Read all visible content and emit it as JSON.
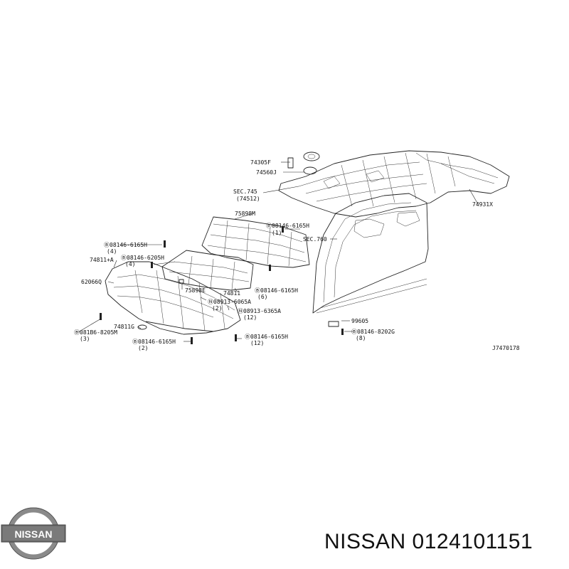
{
  "diagram": {
    "code": "J7470178",
    "labels": {
      "p74305F": "74305F",
      "p74560J": "74560J",
      "sec745": "SEC.745",
      "sec745sub": "(74512)",
      "p74931X": "74931X",
      "p75898M": "75898M",
      "b08146_6165H_top": "Ⓑ08146-6165H",
      "b08146_6165H_top_qty": "(1)",
      "sec760": "SEC.760",
      "b08146_6165H_left": "Ⓑ08146-6165H",
      "b08146_6165H_left_qty": "(4)",
      "p74811_A": "74811+A",
      "b08146_6205H": "Ⓑ08146-6205H",
      "b08146_6205H_qty": "(4)",
      "p62066Q": "62066Q",
      "p75898E": "75898E",
      "p74811": "74811",
      "b08146_6165H_mid": "Ⓑ08146-6165H",
      "b08146_6165H_mid_qty": "(6)",
      "b08913_6065A": "Ⓝ08913-6065A",
      "b08913_6065A_qty": "(2)",
      "b08913_6365A": "Ⓝ08913-6365A",
      "b08913_6365A_qty": "(12)",
      "p99605": "99605",
      "p74811G": "74811G",
      "b081B6_8205M": "Ⓑ081B6-8205M",
      "b081B6_8205M_qty": "(3)",
      "b08146_8202G": "Ⓑ08146-8202G",
      "b08146_8202G_qty": "(8)",
      "b08146_6165H_bl": "Ⓑ08146-6165H",
      "b08146_6165H_bl_qty": "(2)",
      "b08146_6165H_br": "Ⓑ08146-6165H",
      "b08146_6165H_br_qty": "(12)"
    }
  },
  "brand": {
    "logo_text": "NISSAN",
    "title": "NISSAN 0124101151"
  }
}
